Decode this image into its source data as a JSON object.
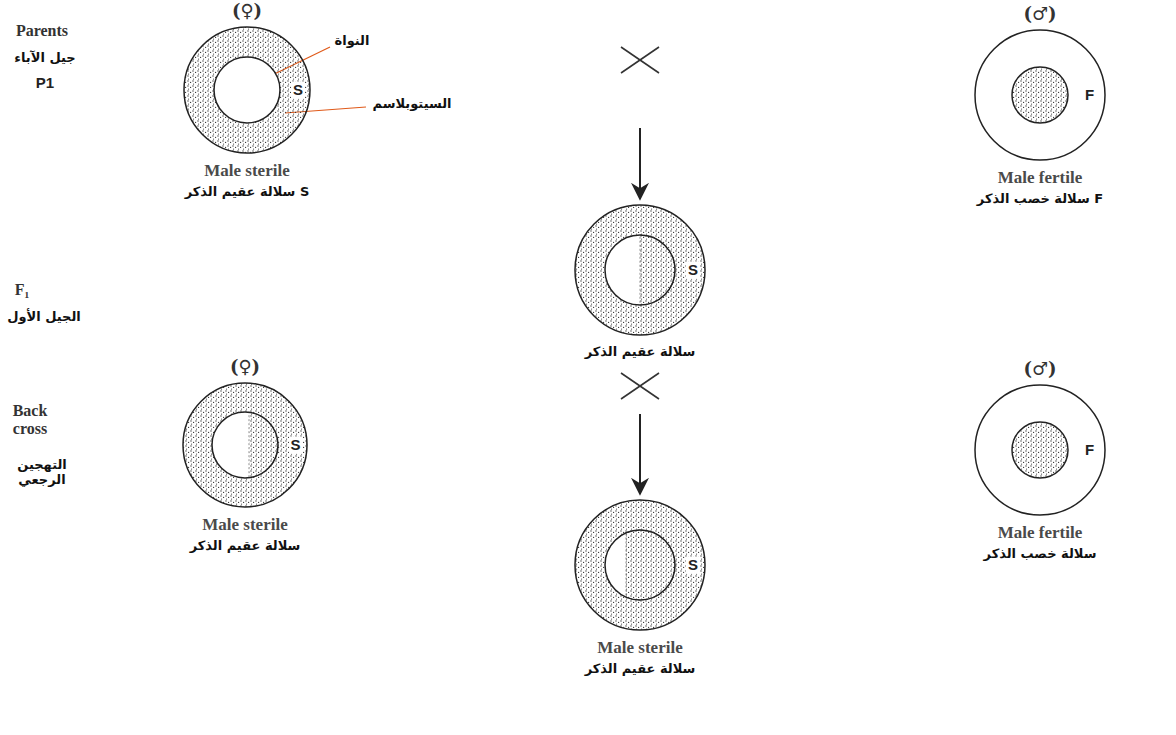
{
  "diagram": {
    "nodes": [
      {
        "text": [
          "(♀)",
          "S",
          "Male sterile",
          "سلالة عقيم الذكر S"
        ]
      },
      {
        "text": [
          "(♂)",
          "F",
          "Male fertile",
          "سلالة خصب الذكر F"
        ]
      },
      {
        "text": [
          "S",
          "سلالة عقيم الذكر"
        ]
      },
      {
        "text": [
          "(♀)",
          "S",
          "Male sterile",
          "سلالة عقيم الذكر"
        ]
      },
      {
        "text": [
          "(♂)",
          "F",
          "Male fertile",
          "سلالة خصب الذكر"
        ]
      },
      {
        "text": [
          "S",
          "Male sterile",
          "سلالة عقيم الذكر"
        ]
      }
    ],
    "labels": [
      "Parents",
      "جيل الآباء",
      "P1",
      "النواة",
      "السيتوبلاسم",
      "F₁",
      "الجيل الأول",
      "Back cross",
      "التهجين الرجعي"
    ]
  }
}
